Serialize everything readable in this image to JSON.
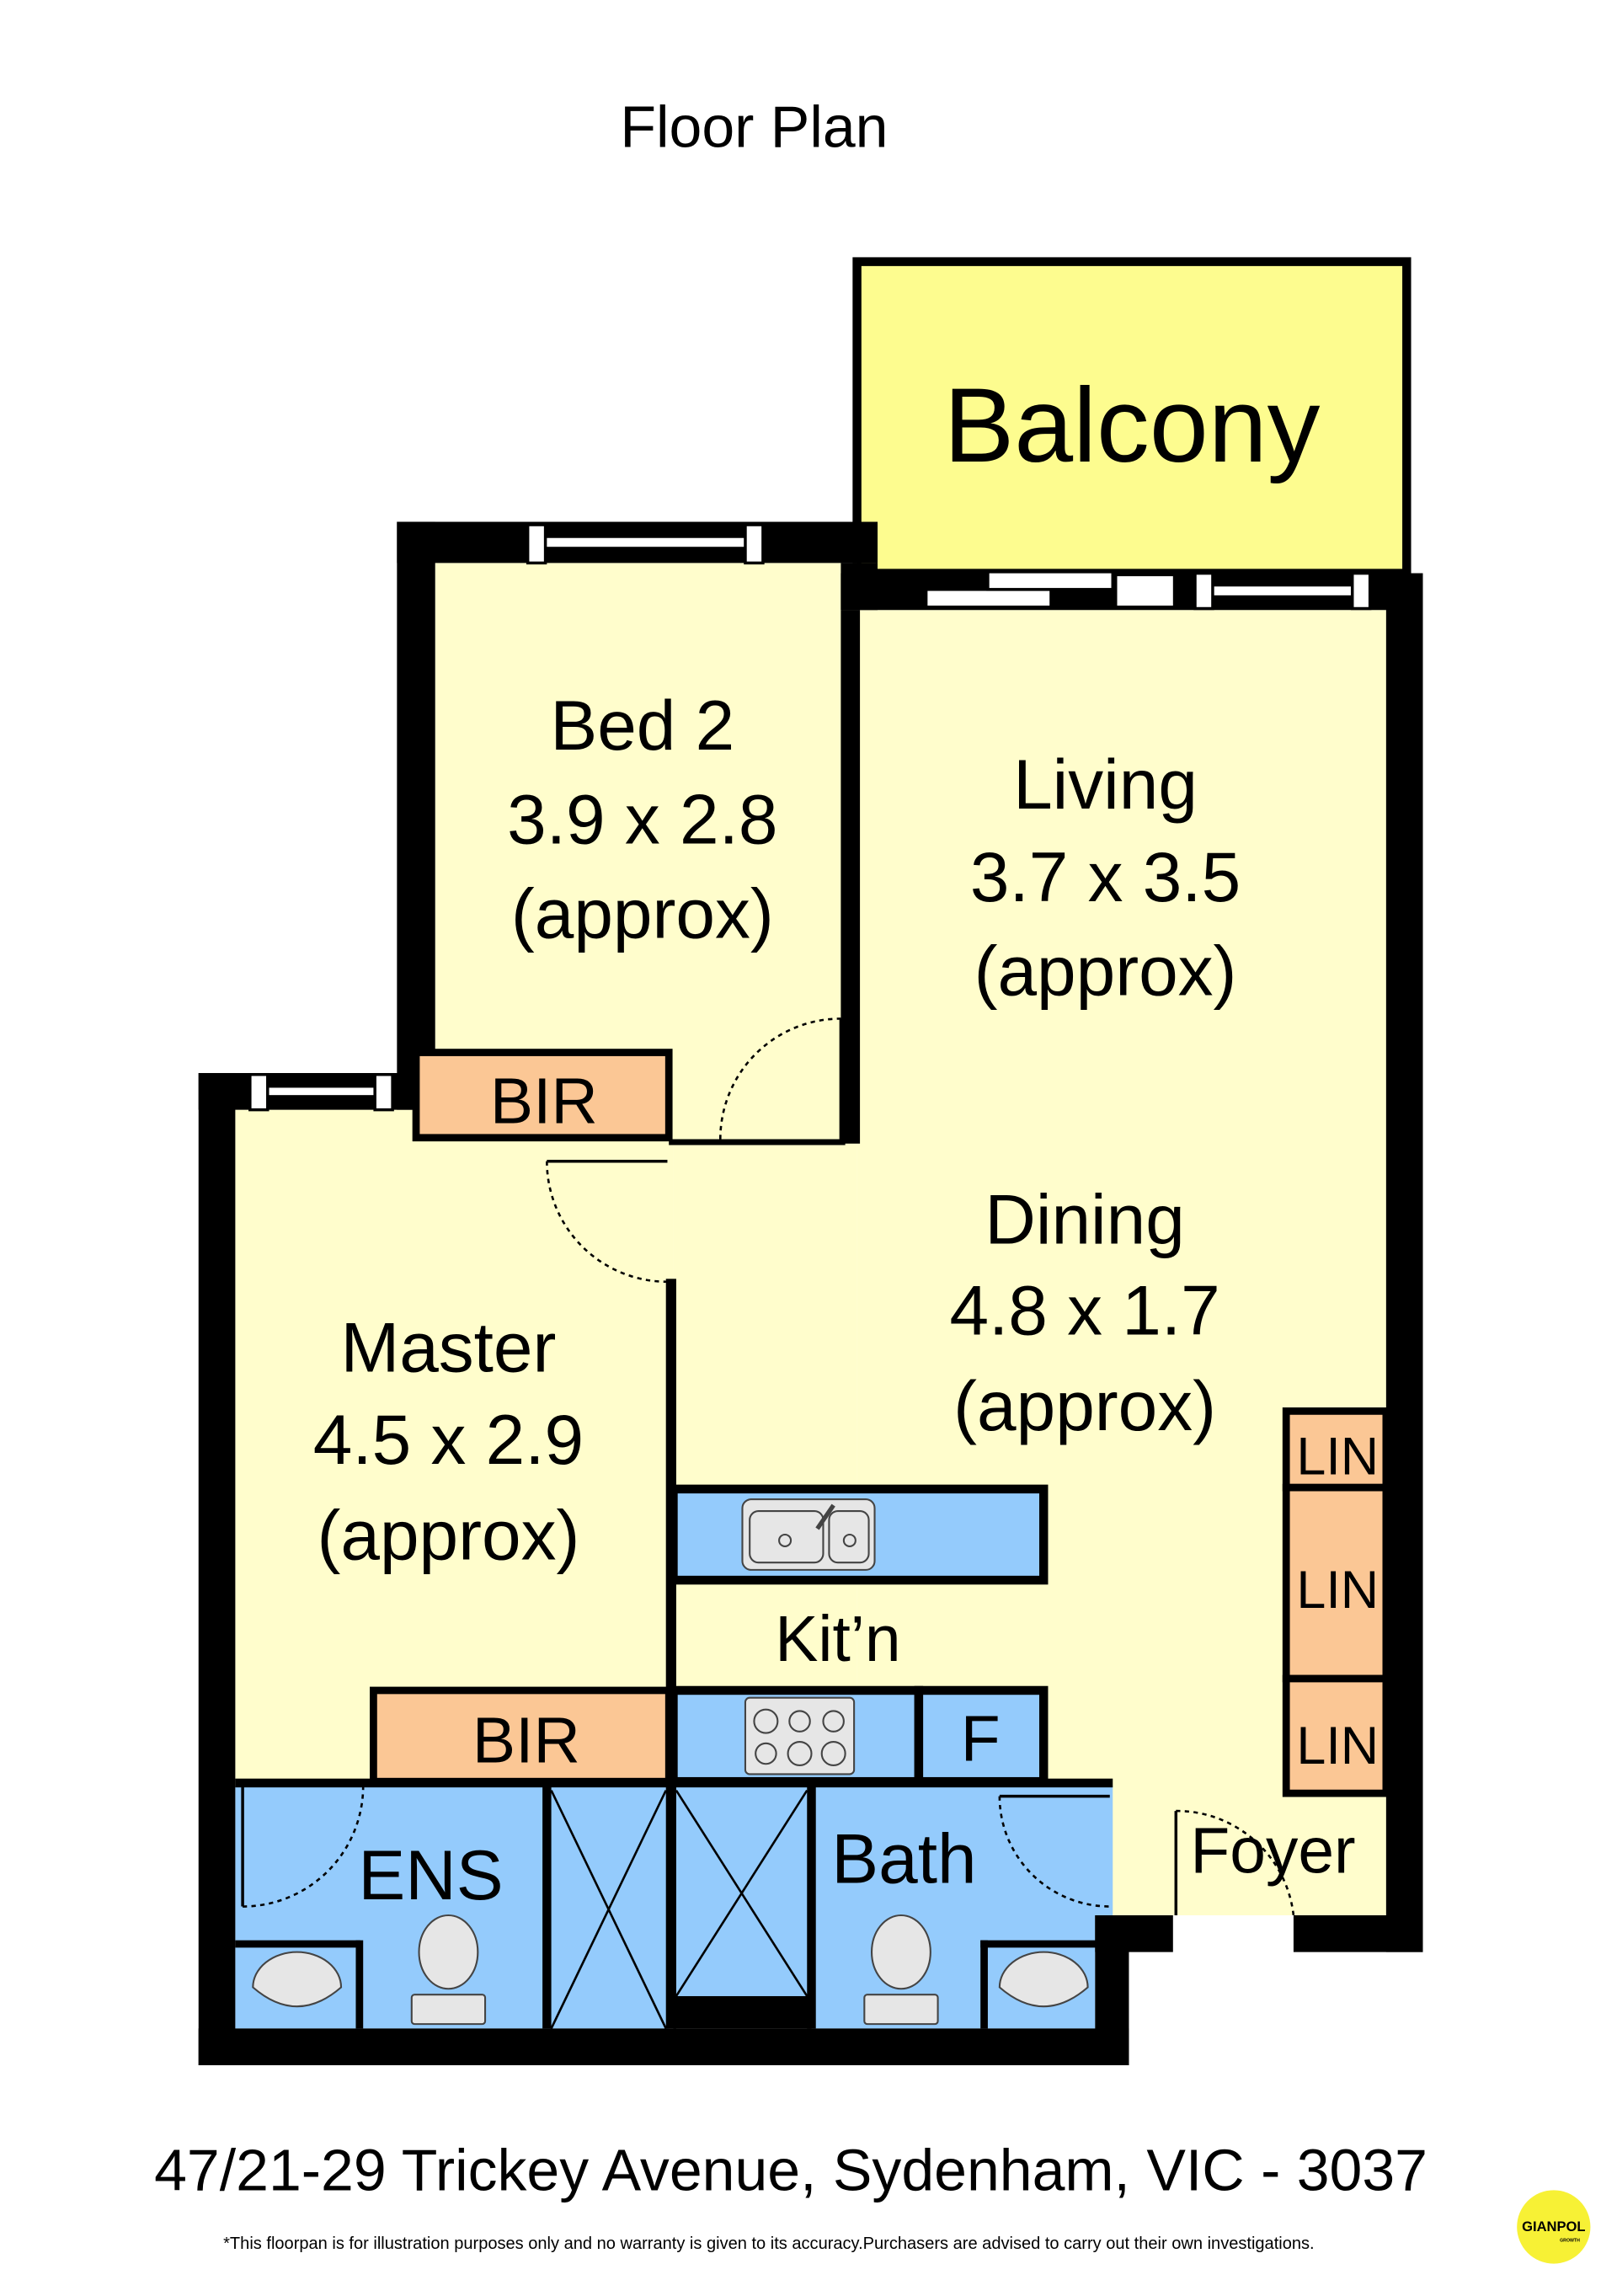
{
  "title": "Floor Plan",
  "rooms": {
    "balcony": {
      "name": "Balcony"
    },
    "bed2": {
      "name": "Bed 2",
      "size": "3.9 x 2.8",
      "note": "(approx)"
    },
    "living": {
      "name": "Living",
      "size": "3.7 x 3.5",
      "note": "(approx)"
    },
    "dining": {
      "name": "Dining",
      "size": "4.8 x 1.7",
      "note": "(approx)"
    },
    "master": {
      "name": "Master",
      "size": "4.5 x 2.9",
      "note": "(approx)"
    },
    "bir_bed2": "BIR",
    "bir_master": "BIR",
    "kitchen": "Kit’n",
    "fridge": "F",
    "linen": [
      "LIN",
      "LIN",
      "LIN"
    ],
    "ensuite": "ENS",
    "bath": "Bath",
    "foyer": "Foyer"
  },
  "address": "47/21-29 Trickey Avenue, Sydenham, VIC - 3037",
  "disclaimer": "*This floorpan is for illustration purposes only and no warranty is given to its accuracy.Purchasers are advised to carry out their own investigations.",
  "logo": {
    "text": "GIANPOL",
    "subtext": "GROWTH"
  },
  "colors": {
    "cream": "#fffdcc",
    "blue": "#94cbfc",
    "orange": "#fbc795",
    "balcony": "#fdfc8f",
    "wall": "#000000",
    "logo": "#f7f135"
  }
}
